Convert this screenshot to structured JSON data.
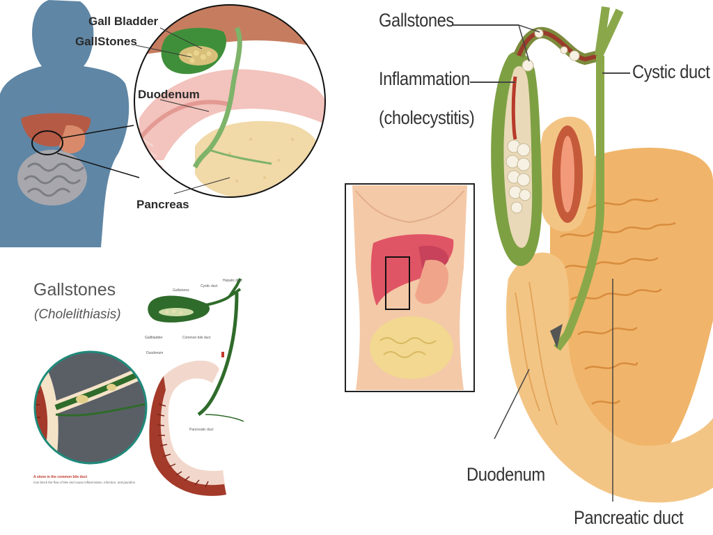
{
  "panel_a": {
    "labels": {
      "gall_bladder": "Gall Bladder",
      "gallstones": "GallStones",
      "duodenum": "Duodenum",
      "pancreas": "Pancreas"
    },
    "colors": {
      "silhouette": "#5f86a5",
      "gallbladder": "#3f8f3a",
      "pancreas": "#f1d9a8"
    }
  },
  "panel_b": {
    "title": "Gallstones",
    "subtitle": "(Cholelithiasis)",
    "small_labels": {
      "gallstones": "Gallstones",
      "cystic_duct": "Cystic duct",
      "hepatic_duct": "Hepatic duct",
      "gallbladder": "Gallbladder",
      "common_bile_duct": "Common bile duct",
      "duodenum": "Duodenum",
      "pancreatic_duct": "Pancreatic duct"
    },
    "caption_title": "A stone in the common bile duct",
    "caption_text": "Can block the flow of bile and cause inflammation, infection, and jaundice"
  },
  "panel_c": {
    "labels": {
      "gallstones": "Gallstones",
      "inflammation": "Inflammation",
      "cholecystitis": "(cholecystitis)",
      "cystic_duct": "Cystic duct",
      "duodenum": "Duodenum",
      "pancreatic_duct": "Pancreatic duct"
    }
  }
}
